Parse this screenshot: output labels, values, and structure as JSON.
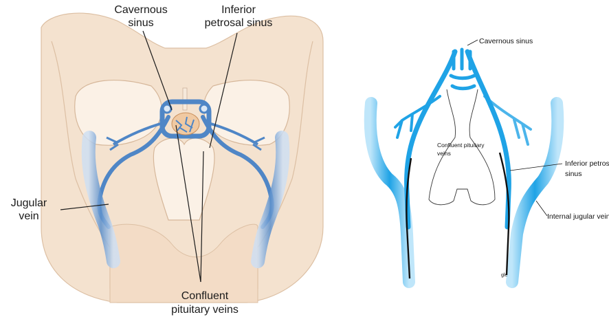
{
  "left_panel": {
    "labels": {
      "cavernous_sinus_line1": "Cavernous",
      "cavernous_sinus_line2": "sinus",
      "inferior_petrosal_line1": "Inferior",
      "inferior_petrosal_line2": "petrosal sinus",
      "jugular_line1": "Jugular",
      "jugular_line2": "vein",
      "confluent_line1": "Confluent",
      "confluent_line2": "pituitary veins"
    },
    "colors": {
      "bone": "#f3dcc6",
      "bone_outline": "#d9b394",
      "bone_light": "#fbeee2",
      "vein": "#4f86c6",
      "vein_light": "#a9c6e6",
      "gland": "#e9b27a"
    }
  },
  "right_panel": {
    "labels": {
      "cavernous_sinus": "Cavernous sinus",
      "confluent_line1": "Confluent pituitary",
      "confluent_line2": "veins",
      "inferior_petrosal_line1": "Inferior petrosa",
      "inferior_petrosal_line2": "sinus",
      "internal_jugular": "Internal jugular vein",
      "small_mark": "gle"
    },
    "colors": {
      "vein": "#1fa3e6",
      "vein_light": "#8ed3f5",
      "catheter": "#111111"
    }
  }
}
